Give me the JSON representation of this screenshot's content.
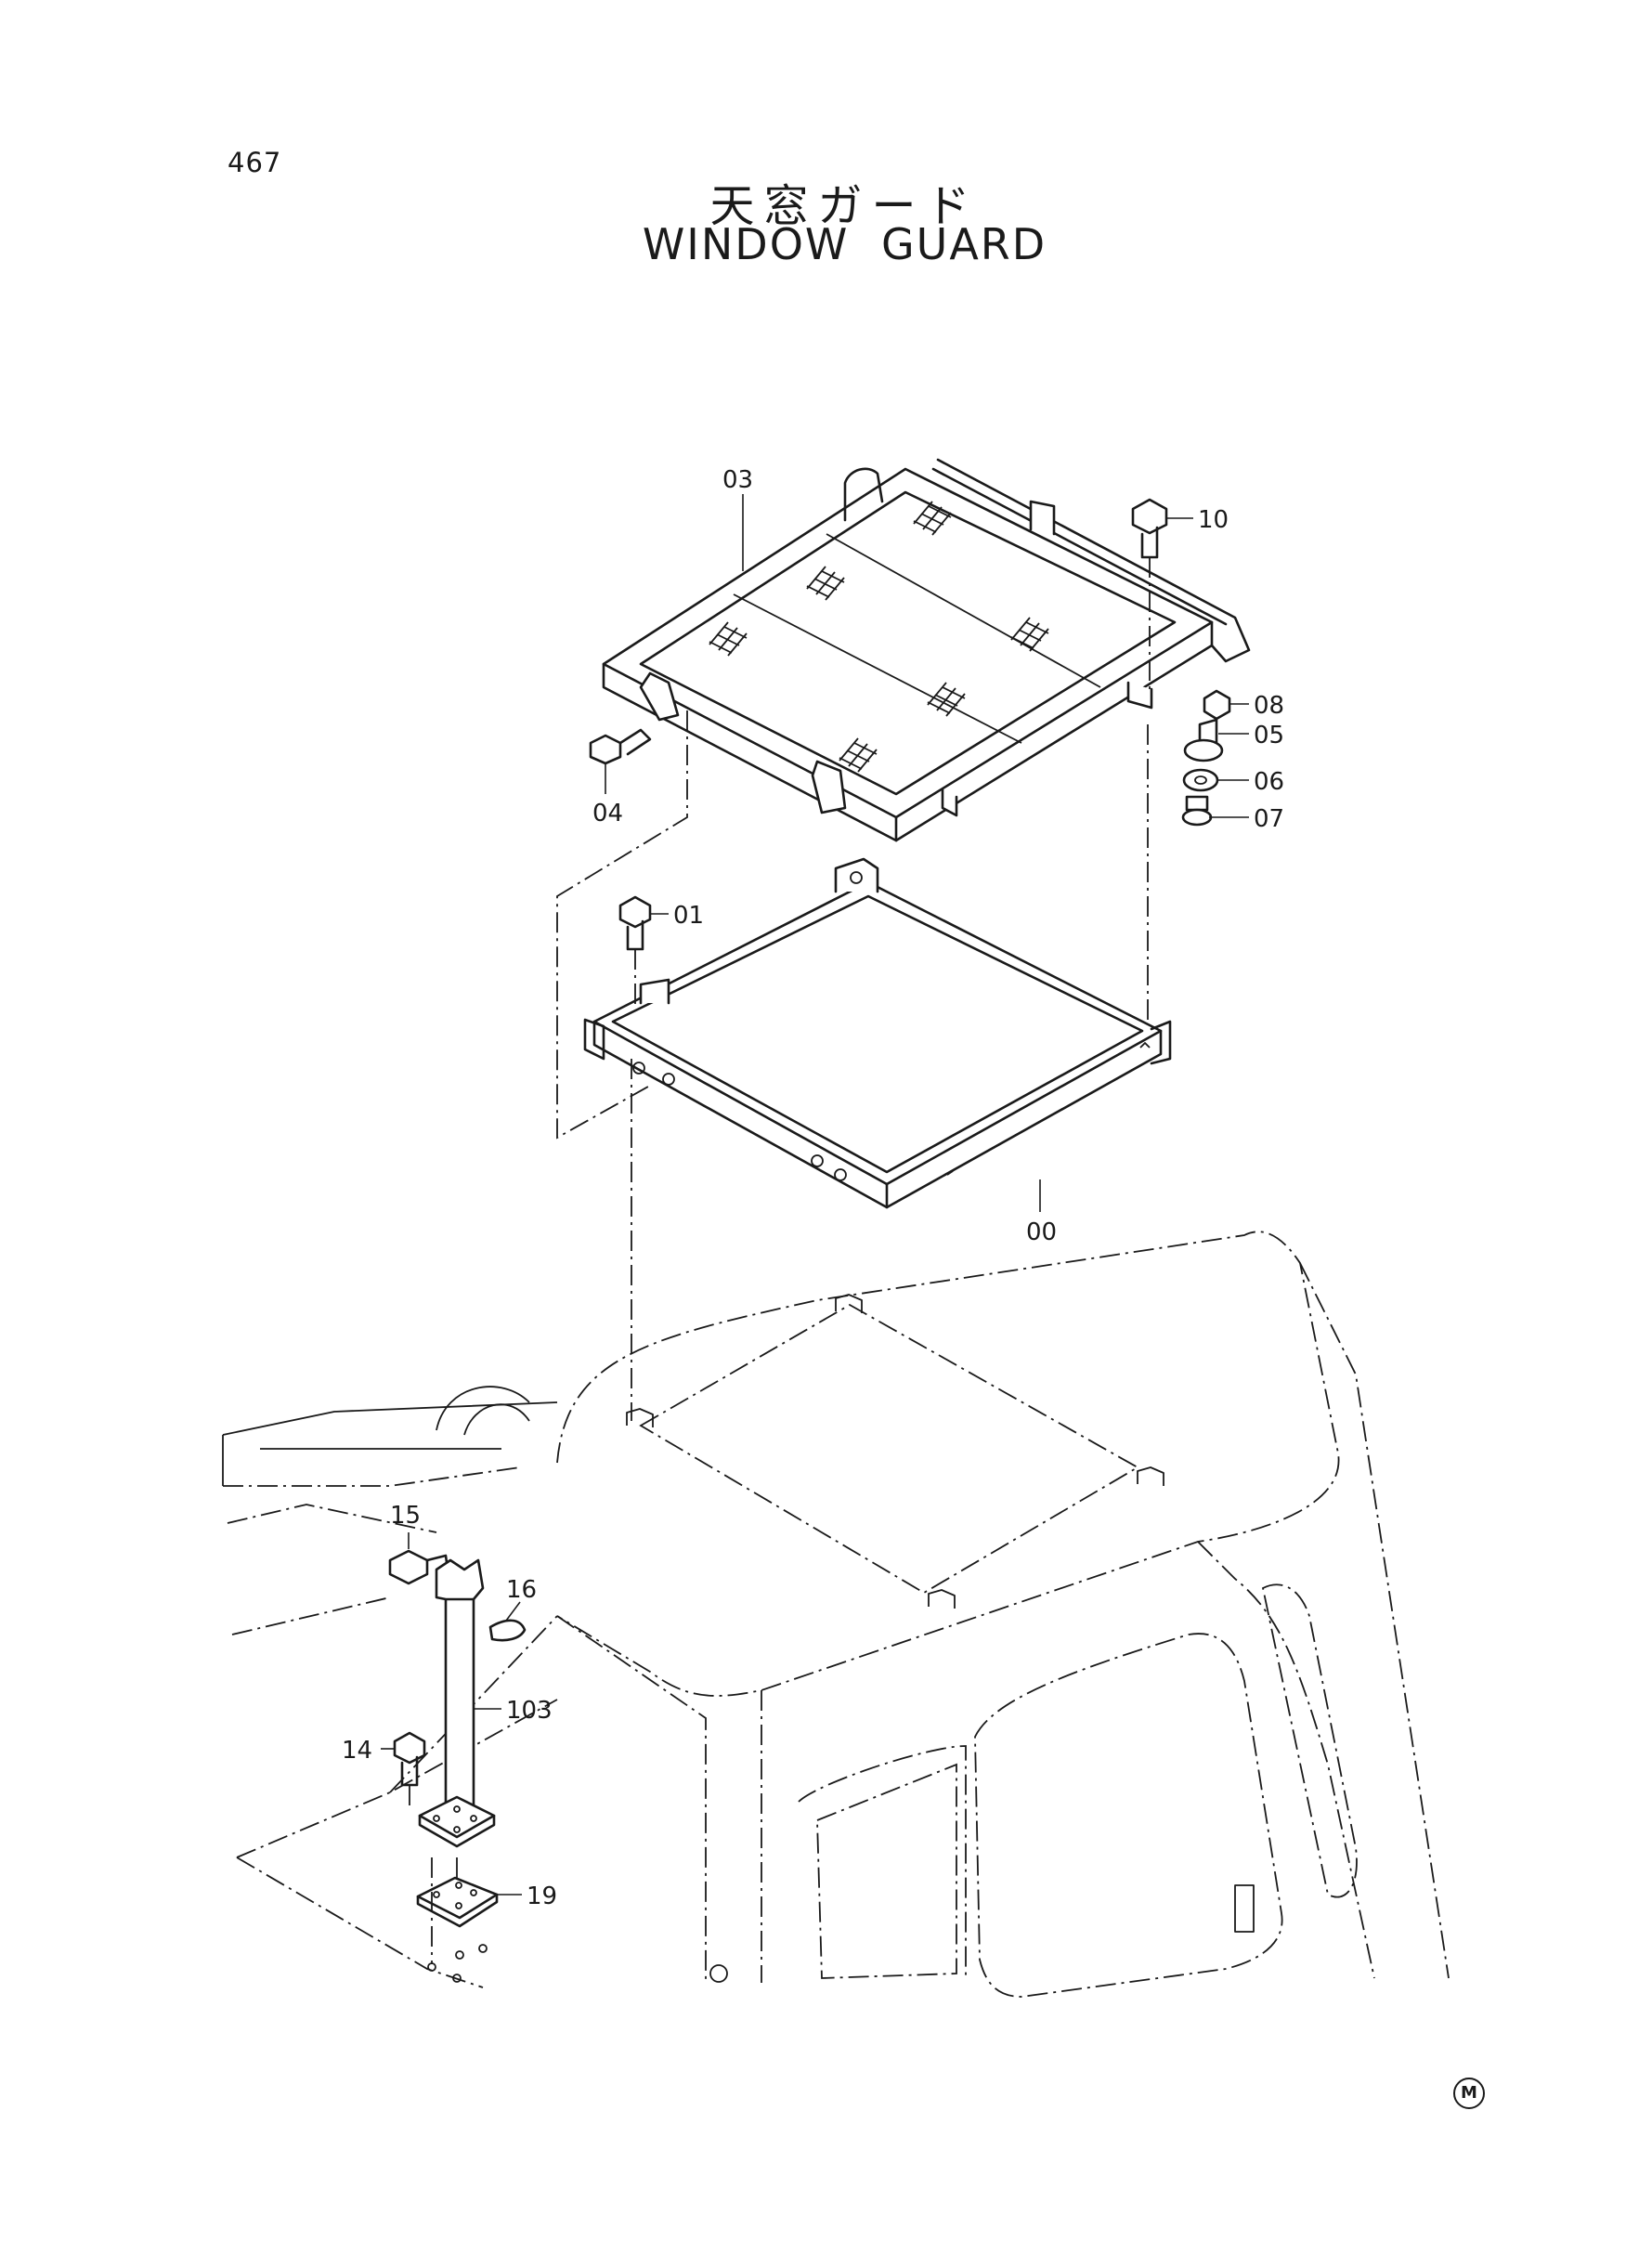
{
  "page_number": "467",
  "title_jp": "天窓ガード",
  "title_en": "WINDOW  GUARD",
  "maker_mark": "M",
  "part_labels": {
    "p03": "03",
    "p10": "10",
    "p08": "08",
    "p05": "05",
    "p06": "06",
    "p07": "07",
    "p04": "04",
    "p01": "01",
    "p00": "00",
    "p15": "15",
    "p16": "16",
    "p103": "103",
    "p14": "14",
    "p19": "19"
  }
}
